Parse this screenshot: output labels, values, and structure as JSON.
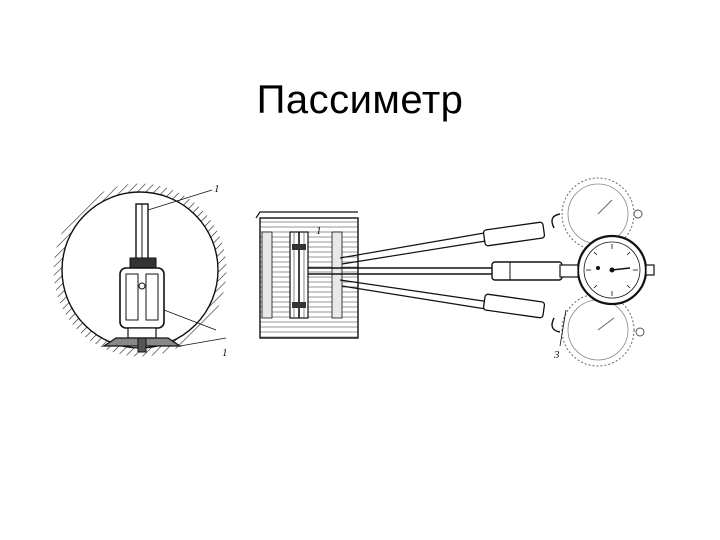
{
  "slide": {
    "title": "Пассиметр"
  },
  "figure": {
    "callouts": [
      "1",
      "1",
      "1",
      "3"
    ]
  }
}
